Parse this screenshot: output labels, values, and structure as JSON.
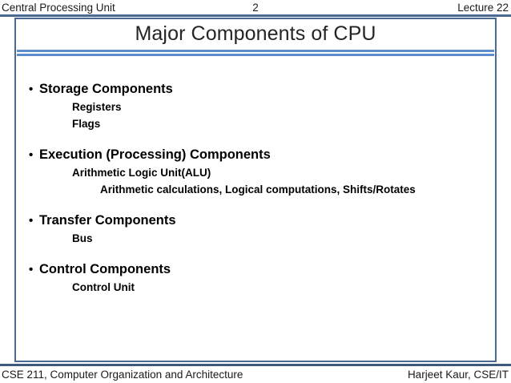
{
  "header": {
    "left": "Central Processing Unit",
    "page_number": "2",
    "right": "Lecture 22"
  },
  "slide": {
    "title": "Major Components of CPU",
    "bullet_glyph": "•",
    "sections": [
      {
        "heading": "Storage Components",
        "sub_items": [
          "Registers",
          "Flags"
        ],
        "detail": ""
      },
      {
        "heading": "Execution (Processing) Components",
        "sub_items": [
          "Arithmetic Logic Unit(ALU)"
        ],
        "detail": "Arithmetic calculations, Logical computations, Shifts/Rotates"
      },
      {
        "heading": "Transfer Components",
        "sub_items": [
          "Bus"
        ],
        "detail": ""
      },
      {
        "heading": "Control Components",
        "sub_items": [
          "Control Unit"
        ],
        "detail": ""
      }
    ]
  },
  "footer": {
    "left": "CSE 211, Computer Organization and Architecture",
    "right": "Harjeet Kaur, CSE/IT"
  },
  "colors": {
    "frame_border": "#4a6a91",
    "header_rule": "#4a6a91",
    "footer_rule": "#3d5a7d",
    "divider_blue": "#5b8ccd",
    "title_text": "#242424",
    "body_text": "#000000"
  }
}
